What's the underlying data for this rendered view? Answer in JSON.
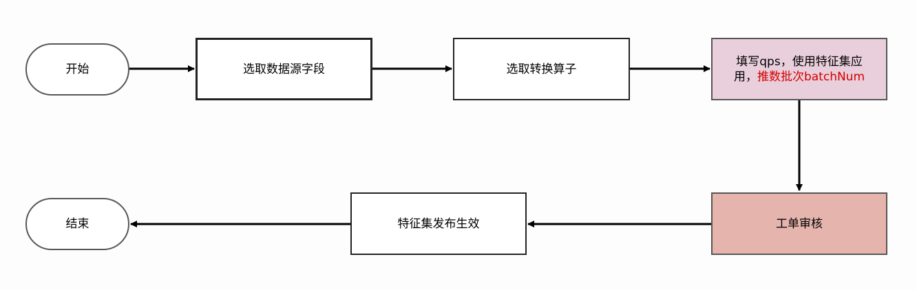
{
  "colors": {
    "line": "#000000",
    "highlight_text": "#d40000",
    "qps_box_fill": "#e9cfdb",
    "review_box_fill": "#e5b5ad"
  },
  "nodes": {
    "start": "开始",
    "select_fields": "选取数据源字段",
    "select_operator": "选取转换算子",
    "fill_qps_line1": "填写qps，使用特征集应",
    "fill_qps_line2_prefix": "用，",
    "fill_qps_line2_highlight": "推数批次batchNum",
    "review": "工单审核",
    "publish": "特征集发布生效",
    "end": "结束"
  }
}
